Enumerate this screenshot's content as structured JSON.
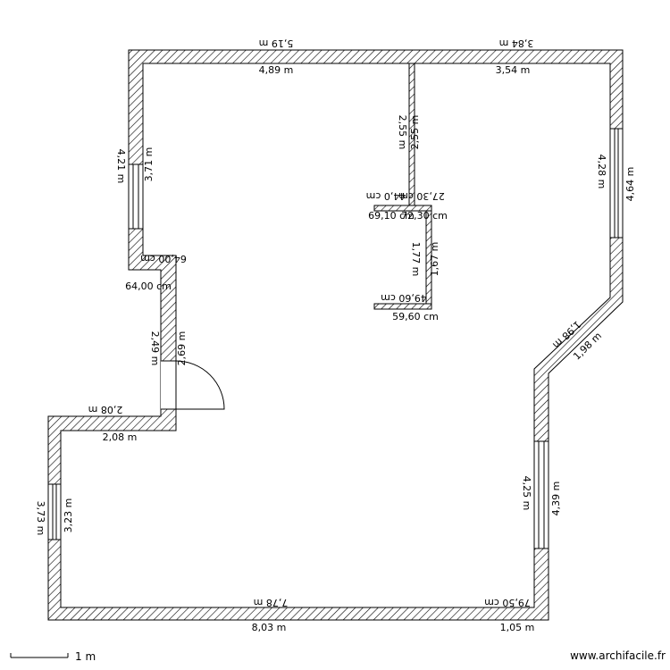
{
  "scale": {
    "label": "1 m"
  },
  "watermark": "www.archifacile.fr",
  "colors": {
    "wall_hatch": "#000000",
    "background": "#ffffff"
  },
  "dimensions": {
    "top_left_outer": "5,19 m",
    "top_left_inner": "4,89 m",
    "top_right_outer": "3,84 m",
    "top_right_inner": "3,54 m",
    "partition_left": "2,55 m",
    "partition_right": "2,55 m",
    "stub_top_left": "44,0 cm",
    "stub_top_right": "27,30 cm",
    "stub_bottom_left": "69,10 cm",
    "stub_bottom_right": "72,30 cm",
    "closet_left": "1,77 m",
    "closet_right": "1,67 m",
    "closet_bottom_top": "49,60 cm",
    "closet_bottom_bottom": "59,60 cm",
    "left_upper_outer": "4,21 m",
    "left_upper_inner": "3,71 m",
    "notch_outer": "64,00 cm",
    "notch_inner": "64,00 cm",
    "corridor_left": "2,49 m",
    "corridor_right": "2,69 m",
    "step_outer": "2,08 m",
    "step_inner": "2,08 m",
    "left_lower_outer": "3,73 m",
    "left_lower_inner": "3,23 m",
    "right_upper_inner": "4,28 m",
    "right_upper_outer": "4,64 m",
    "diag_outer": "1,98 m",
    "diag_inner": "1,98 m",
    "right_lower_inner": "4,25 m",
    "right_lower_outer": "4,39 m",
    "bottom_inner": "7,78 m",
    "bottom_outer": "8,03 m",
    "bottom_right_inner": "79,50 cm",
    "bottom_right_outer": "1,05 m"
  }
}
